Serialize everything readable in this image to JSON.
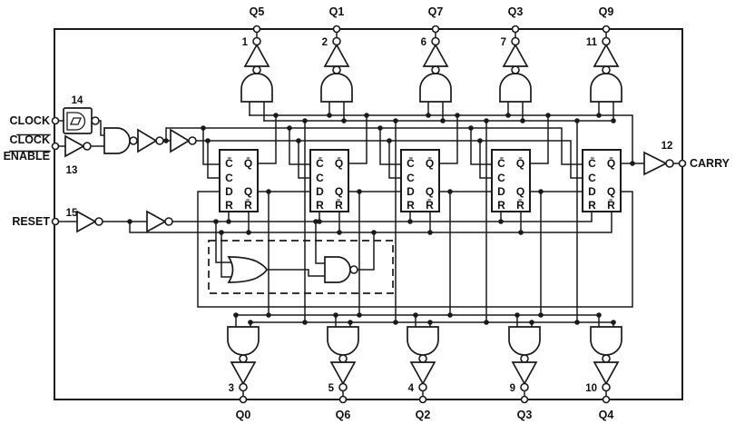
{
  "diagram": {
    "type": "logic-diagram",
    "inputs": {
      "clock": {
        "label": "CLOCK",
        "pin": "14"
      },
      "clock_enable": {
        "label_line1": "CLOCK",
        "label_line2": "ENABLE",
        "pin": "13"
      },
      "reset": {
        "label": "RESET",
        "pin": "15"
      }
    },
    "outputs": {
      "carry": {
        "label": "CARRY",
        "pin": "12"
      },
      "top": [
        {
          "label": "Q5",
          "pin": "1"
        },
        {
          "label": "Q1",
          "pin": "2"
        },
        {
          "label": "Q7",
          "pin": "6"
        },
        {
          "label": "Q3",
          "pin": "7"
        },
        {
          "label": "Q9",
          "pin": "11"
        }
      ],
      "bottom": [
        {
          "label": "Q0",
          "pin": "3"
        },
        {
          "label": "Q6",
          "pin": "5"
        },
        {
          "label": "Q2",
          "pin": "4"
        },
        {
          "label": "Q3",
          "pin": "9"
        },
        {
          "label": "Q4",
          "pin": "10"
        }
      ]
    },
    "flip_flop": {
      "left_pins": [
        "C̄",
        "C",
        "D",
        "R"
      ],
      "right_pins": [
        "Q̄",
        "Q",
        "R̄"
      ]
    },
    "colors": {
      "line": "#1a1a1a",
      "background": "#ffffff"
    }
  }
}
